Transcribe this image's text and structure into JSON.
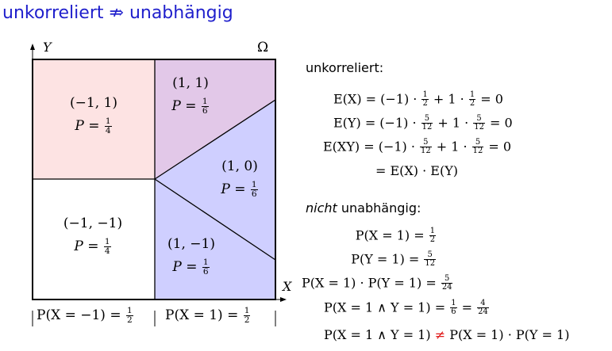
{
  "title": {
    "left_word": "unkorreliert",
    "symbol": "⇏",
    "right_word": "unabhängig"
  },
  "diagram": {
    "y_axis_label": "Y",
    "x_axis_label": "X",
    "omega_label": "Ω",
    "colors": {
      "pink": "#fde3e3",
      "purple": "#e2c8e8",
      "blue": "#cfcfff",
      "white": "#ffffff"
    },
    "regions": [
      {
        "point": "(−1, 1)",
        "p_prefix": "P",
        "num": "1",
        "den": "4"
      },
      {
        "point": "(1, 1)",
        "p_prefix": "P",
        "num": "1",
        "den": "6"
      },
      {
        "point": "(1, 0)",
        "p_prefix": "P",
        "num": "1",
        "den": "6"
      },
      {
        "point": "(−1, −1)",
        "p_prefix": "P",
        "num": "1",
        "den": "4"
      },
      {
        "point": "(1, −1)",
        "p_prefix": "P",
        "num": "1",
        "den": "6"
      }
    ],
    "bottom_labels": [
      {
        "lhs": "P(X = −1) =",
        "num": "1",
        "den": "2"
      },
      {
        "lhs": "P(X = 1) =",
        "num": "1",
        "den": "2"
      }
    ]
  },
  "uncorrelated": {
    "heading": "unkorreliert:",
    "ex": {
      "lhs": "E(X) = (−1) ·",
      "n1": "1",
      "d1": "2",
      "mid": "+ 1 ·",
      "n2": "1",
      "d2": "2",
      "tail": "= 0"
    },
    "ey": {
      "lhs": "E(Y) = (−1) ·",
      "n1": "5",
      "d1": "12",
      "mid": "+ 1 ·",
      "n2": "5",
      "d2": "12",
      "tail": "= 0"
    },
    "exy": {
      "lhs": "E(XY) = (−1) ·",
      "n1": "5",
      "d1": "12",
      "mid": "+ 1 ·",
      "n2": "5",
      "d2": "12",
      "tail": "= 0"
    },
    "exy_product": "= E(X) · E(Y)"
  },
  "dependent": {
    "heading_italic": "nicht",
    "heading_rest": " unabhängig:",
    "px1": {
      "lhs": "P(X = 1) =",
      "num": "1",
      "den": "2"
    },
    "py1": {
      "lhs": "P(Y = 1) =",
      "num": "5",
      "den": "12"
    },
    "prod": {
      "lhs": "P(X = 1) · P(Y = 1) =",
      "num": "5",
      "den": "24"
    },
    "joint": {
      "lhs": "P(X = 1 ∧ Y = 1) =",
      "n1": "1",
      "d1": "6",
      "eq": "=",
      "n2": "4",
      "d2": "24"
    },
    "final": {
      "lhs": "P(X = 1 ∧ Y = 1)",
      "neq": "≠",
      "rhs": "P(X = 1) · P(Y = 1)"
    }
  }
}
